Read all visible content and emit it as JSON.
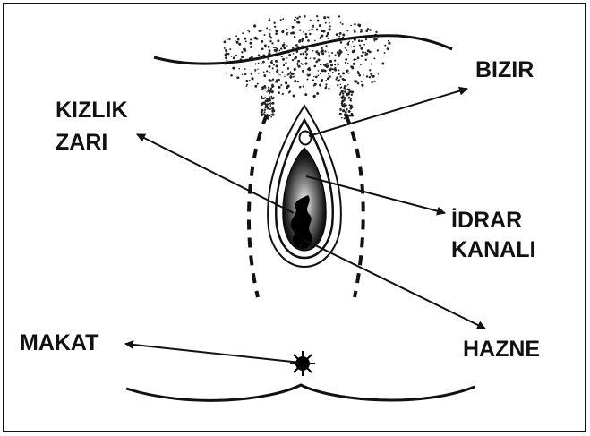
{
  "labels": {
    "bizir": "BIZIR",
    "kizlik_zari_line1": "KIZLIK",
    "kizlik_zari_line2": "ZARI",
    "idrar_kanali_line1": "İDRAR",
    "idrar_kanali_line2": "KANALI",
    "makat": "MAKAT",
    "hazne": "HAZNE"
  },
  "colors": {
    "ink": "#111111",
    "background": "#ffffff"
  }
}
